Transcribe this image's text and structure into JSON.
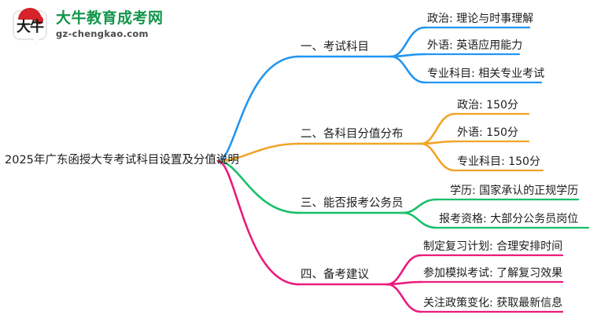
{
  "logo": {
    "mark_text": "大牛",
    "title": "大牛教育成考网",
    "subtitle": "gz-chengkao.com",
    "brand_green": "#12954a",
    "brand_red": "#d6232a"
  },
  "mindmap": {
    "root": {
      "label": "2025年广东函授大专考试科目设置及分值说明"
    },
    "branches": [
      {
        "label": "一、考试科目",
        "color": "#2196f3",
        "children": [
          {
            "label": "政治: 理论与时事理解"
          },
          {
            "label": "外语: 英语应用能力"
          },
          {
            "label": "专业科目: 相关专业考试"
          }
        ]
      },
      {
        "label": "二、各科目分值分布",
        "color": "#f0a526",
        "children": [
          {
            "label": "政治: 150分"
          },
          {
            "label": "外语: 150分"
          },
          {
            "label": "专业科目: 150分"
          }
        ]
      },
      {
        "label": "三、能否报考公务员",
        "color": "#18c06a",
        "children": [
          {
            "label": "学历: 国家承认的正规学历"
          },
          {
            "label": "报考资格: 大部分公务员岗位"
          }
        ]
      },
      {
        "label": "四、备考建议",
        "color": "#ec1a7e",
        "children": [
          {
            "label": "制定复习计划: 合理安排时间"
          },
          {
            "label": "参加模拟考试: 了解复习效果"
          },
          {
            "label": "关注政策变化: 获取最新信息"
          }
        ]
      }
    ]
  }
}
